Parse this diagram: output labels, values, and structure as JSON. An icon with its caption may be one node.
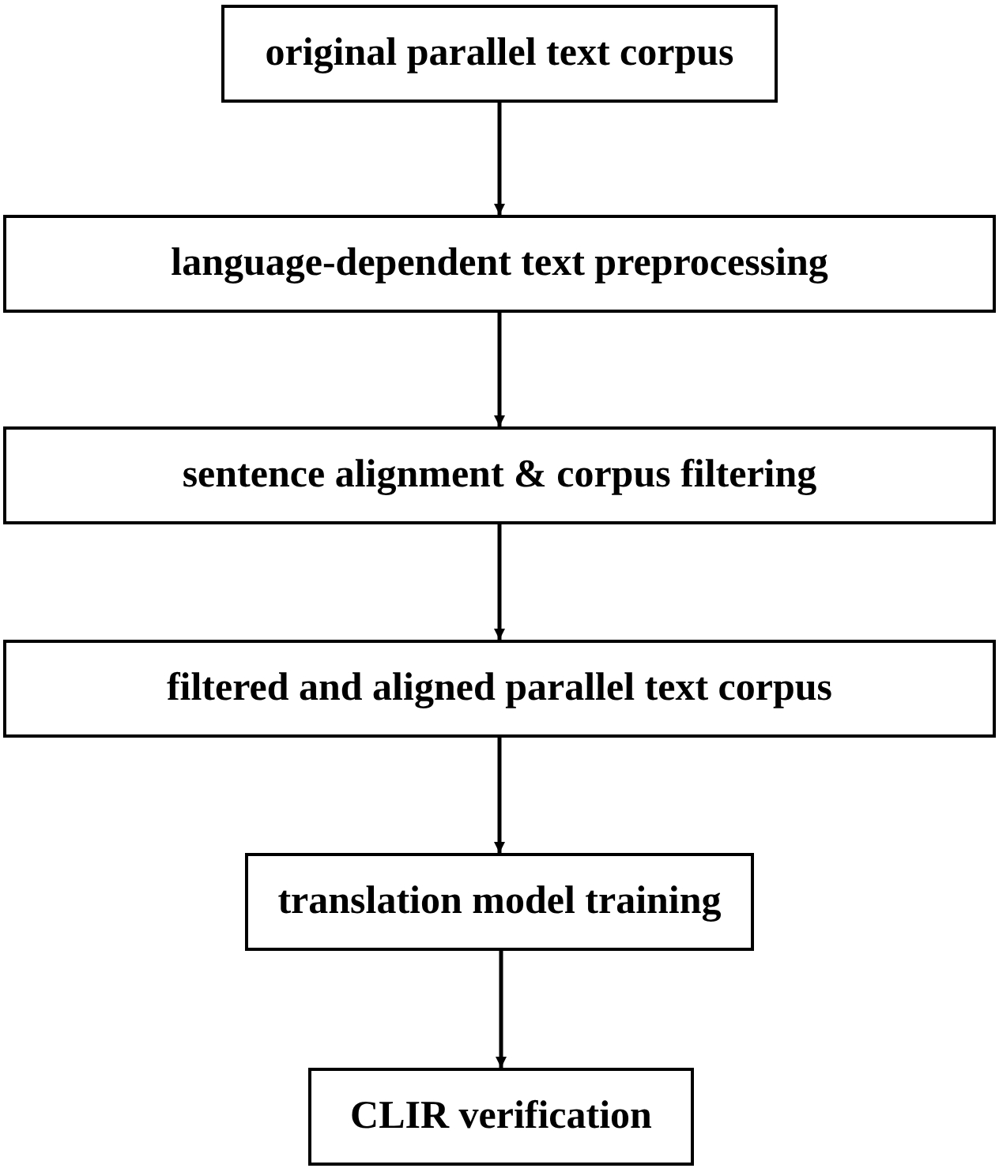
{
  "diagram": {
    "nodes": [
      {
        "text": [
          "original parallel text corpus"
        ]
      },
      {
        "text": [
          "language-dependent text preprocessing"
        ]
      },
      {
        "text": [
          "sentence alignment & corpus filtering"
        ]
      },
      {
        "text": [
          "filtered and aligned parallel text corpus"
        ]
      },
      {
        "text": [
          "translation model training"
        ]
      },
      {
        "text": [
          "CLIR verification"
        ]
      }
    ],
    "edges": [
      {
        "from": 0,
        "to": 1,
        "arrow": "to"
      },
      {
        "from": 1,
        "to": 2,
        "arrow": "to"
      },
      {
        "from": 2,
        "to": 3,
        "arrow": "to"
      },
      {
        "from": 3,
        "to": 4,
        "arrow": "to"
      },
      {
        "from": 4,
        "to": 5,
        "arrow": "to"
      }
    ]
  }
}
